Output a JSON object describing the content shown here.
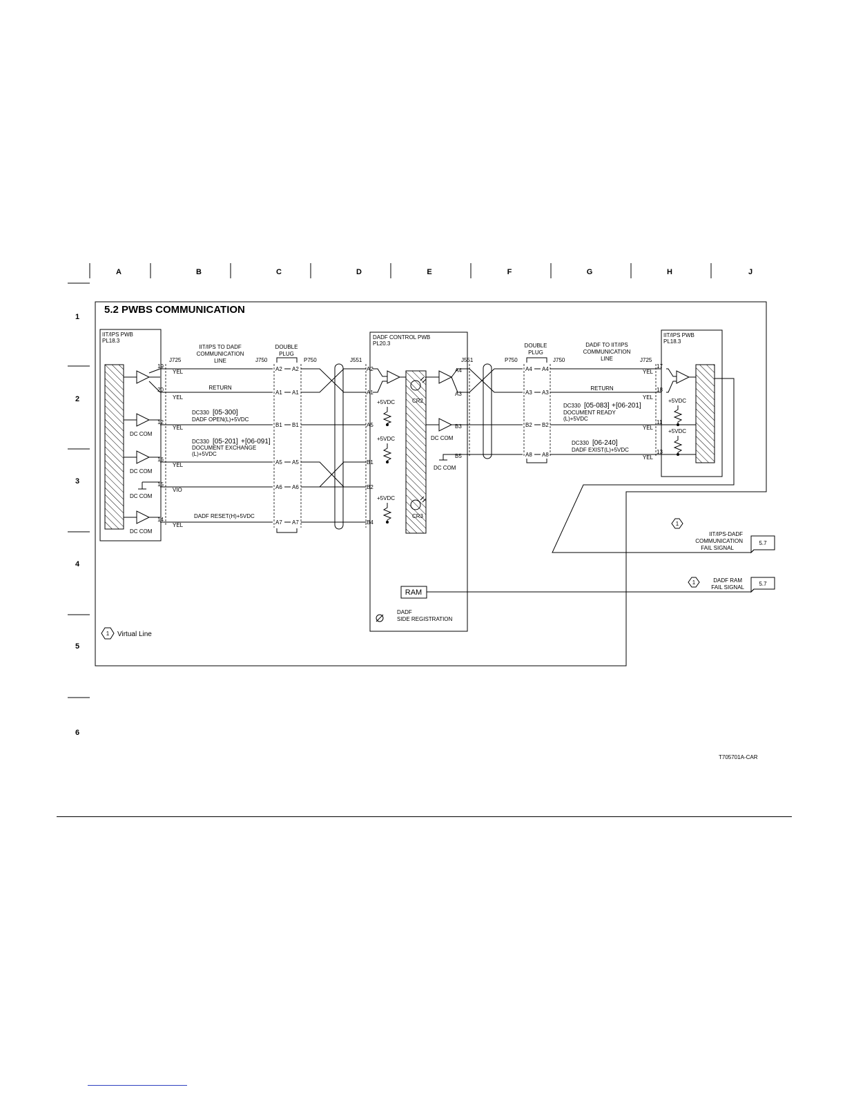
{
  "page": {
    "title": "5.2 PWBS COMMUNICATION",
    "figure_code": "T705701A-CAR"
  },
  "grid": {
    "columns": [
      "A",
      "B",
      "C",
      "D",
      "E",
      "F",
      "G",
      "H",
      "J"
    ],
    "rows": [
      "1",
      "2",
      "3",
      "4",
      "5",
      "6"
    ]
  },
  "boards": {
    "left_pwb": {
      "name": "IIT/IPS PWB",
      "part": "PL18.3"
    },
    "dadf_pwb": {
      "name": "DADF CONTROL PWB",
      "part": "PL20.3"
    },
    "right_pwb": {
      "name": "IIT/IPS PWB",
      "part": "PL18.3"
    }
  },
  "connectors": {
    "j725": "J725",
    "j750": "J750",
    "p750": "P750",
    "j551": "J551",
    "double_plug_1": "DOUBLE",
    "double_plug_2": "PLUG"
  },
  "line_labels": {
    "left_1": "IIT/IPS TO DADF",
    "left_2": "COMMUNICATION",
    "left_3": "LINE",
    "right_1": "DADF TO IIT/IPS",
    "right_2": "COMMUNICATION",
    "right_3": "LINE"
  },
  "left_pins": [
    "19",
    "20",
    "12",
    "16",
    "15",
    "14"
  ],
  "left_wires": [
    "YEL",
    "YEL",
    "YEL",
    "YEL",
    "VIO",
    "YEL"
  ],
  "plug_left_pins": [
    "A2",
    "A1",
    "B1",
    "A5",
    "A6",
    "A7"
  ],
  "dadf_left_pins": [
    "A2",
    "A1",
    "A5",
    "B1",
    "B2",
    "B4"
  ],
  "dadf_right_pins": [
    "A4",
    "A3",
    "B3",
    "B5"
  ],
  "plug_right_pins": [
    "A4",
    "A3",
    "B2",
    "A8"
  ],
  "right_pins": [
    "17",
    "18",
    "11",
    "13"
  ],
  "right_wires": [
    "YEL",
    "YEL",
    "YEL",
    "YEL"
  ],
  "signals": {
    "return": "RETURN",
    "dc330": "DC330",
    "code_05_300": "[05-300]",
    "dadf_open": "DADF OPEN(L)+5VDC",
    "code_05_201": "[05-201]",
    "code_06_091": "[06-091]",
    "doc_exchange": "DOCUMENT EXCHANGE",
    "l_5vdc": "(L)+5VDC",
    "dadf_reset": "DADF RESET(H)+5VDC",
    "code_05_083": "[05-083]",
    "code_06_201": "[06-201]",
    "doc_ready": "DOCUMENT READY",
    "code_06_240": "[06-240]",
    "dadf_exist": "DADF EXIST(L)+5VDC",
    "plus": "+"
  },
  "common": {
    "dc_com": "DC COM",
    "vdc5": "+5VDC",
    "cr2": "CR2",
    "cr3": "CR3",
    "ram": "RAM",
    "dadf": "DADF",
    "side_registration": "SIDE REGISTRATION"
  },
  "fail_signals": {
    "comm_1": "IIT/IPS-DADF",
    "comm_2": "COMMUNICATION",
    "comm_3": "FAIL SIGNAL",
    "ram_1": "DADF RAM",
    "ram_2": "FAIL SIGNAL",
    "ref": "5.7",
    "callout": "1"
  },
  "legend": {
    "callout": "1",
    "label": "Virtual Line"
  }
}
